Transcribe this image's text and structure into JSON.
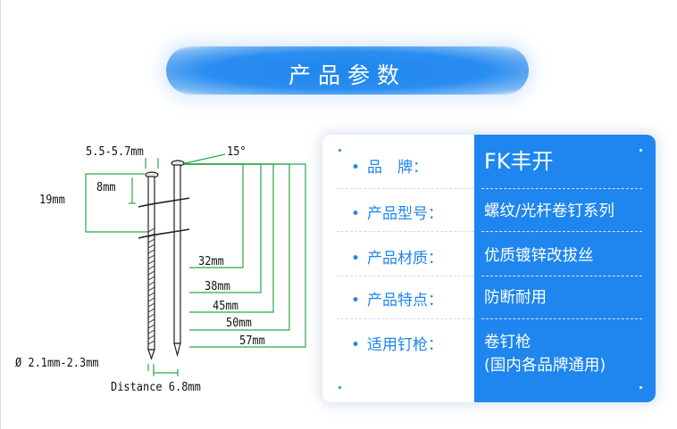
{
  "title": "产品参数",
  "diagram": {
    "labels": {
      "head_diameter": "5.5-5.7mm",
      "angle": "15°",
      "collation_length": "19mm",
      "collation_gap": "8mm",
      "shank_diameter": "Ø 2.1mm-2.3mm",
      "distance": "Distance 6.8mm"
    },
    "lengths": [
      "32mm",
      "38mm",
      "45mm",
      "50mm",
      "57mm"
    ]
  },
  "specs": [
    {
      "bullet": "•",
      "label": "品　牌：",
      "value": "FK丰开"
    },
    {
      "bullet": "•",
      "label": "产品型号：",
      "value": "螺纹/光杆卷钉系列"
    },
    {
      "bullet": "•",
      "label": "产品材质：",
      "value": "优质镀锌改拔丝"
    },
    {
      "bullet": "•",
      "label": "产品特点：",
      "value": "防断耐用"
    },
    {
      "bullet": "•",
      "label": "适用钉枪：",
      "value": "卷钉枪",
      "value2": "(国内各品牌通用)"
    }
  ],
  "colors": {
    "accent": "#1e86ee",
    "diagram_line": "#2aa84a"
  }
}
